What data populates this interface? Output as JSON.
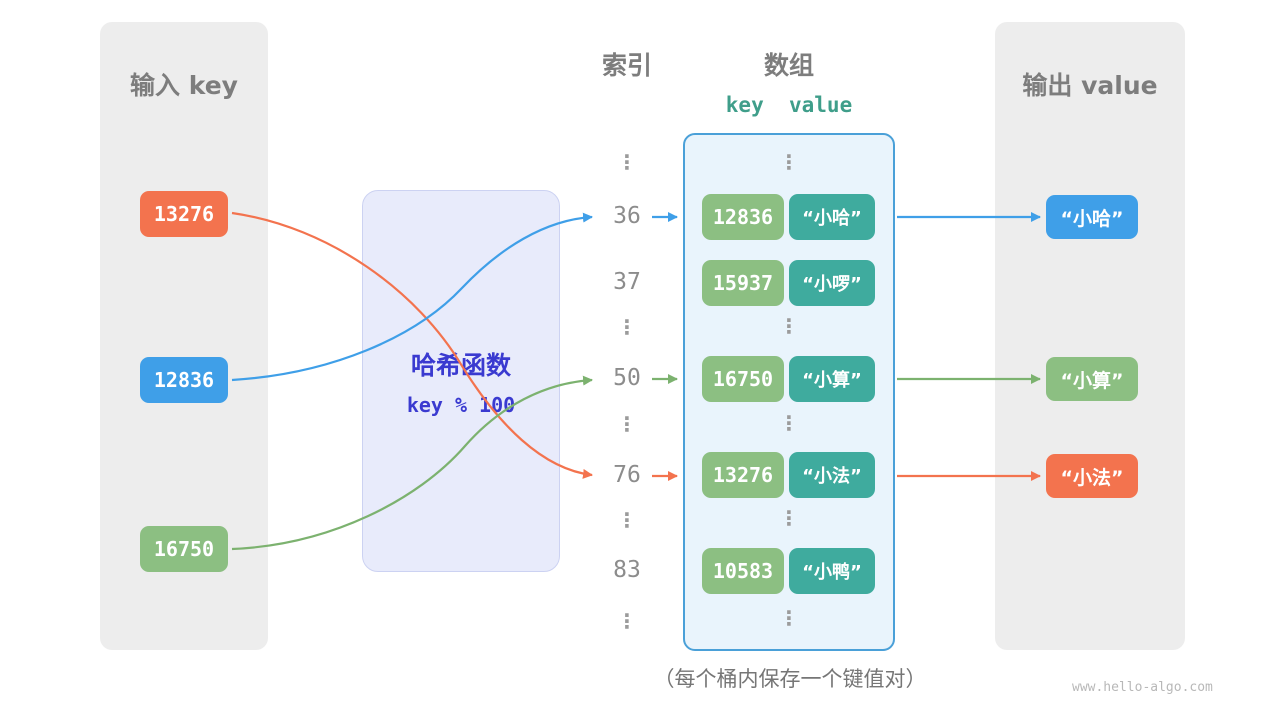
{
  "colors": {
    "orange": "#f3734e",
    "blue": "#3f9fe8",
    "green": "#8cbf82",
    "arrow-green": "#7cb26f",
    "teal": "#3fab9e",
    "panel-gray": "#ededed",
    "title-gray": "#7d7d7d",
    "num-gray": "#8c8c8c",
    "dots-gray": "#9b9b9b",
    "hash-fill": "#e8ebfb",
    "hash-border": "#ccd2f2",
    "hash-text": "#3a3ad0",
    "array-fill": "#e9f4fc",
    "array-border": "#4aa0d8",
    "kv-header": "#3f9e8a",
    "caption-gray": "#767676",
    "watermark-gray": "#b8b8b8"
  },
  "input_panel": {
    "title": "输入 key",
    "items": [
      {
        "label": "13276"
      },
      {
        "label": "12836"
      },
      {
        "label": "16750"
      }
    ]
  },
  "hash_box": {
    "title": "哈希函数",
    "formula": "key % 100"
  },
  "index_column": {
    "title": "索引",
    "ellipsis": "⋮",
    "values": [
      "36",
      "37",
      "50",
      "76",
      "83"
    ]
  },
  "array_column": {
    "title": "数组",
    "header": "key  value",
    "ellipsis": "⋮",
    "pairs": [
      {
        "key": "12836",
        "value": "“小哈”"
      },
      {
        "key": "15937",
        "value": "“小啰”"
      },
      {
        "key": "16750",
        "value": "“小算”"
      },
      {
        "key": "13276",
        "value": "“小法”"
      },
      {
        "key": "10583",
        "value": "“小鸭”"
      }
    ]
  },
  "output_panel": {
    "title": "输出 value",
    "items": [
      {
        "label": "“小哈”"
      },
      {
        "label": "“小算”"
      },
      {
        "label": "“小法”"
      }
    ]
  },
  "caption": "（每个桶内保存一个键值对）",
  "watermark": "www.hello-algo.com"
}
